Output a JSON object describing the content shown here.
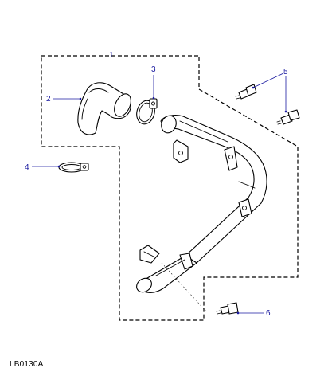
{
  "diagram": {
    "reference_code": "LB0130A",
    "callouts": [
      {
        "id": "1",
        "label": "1"
      },
      {
        "id": "2",
        "label": "2"
      },
      {
        "id": "3",
        "label": "3"
      },
      {
        "id": "4",
        "label": "4"
      },
      {
        "id": "5",
        "label": "5"
      },
      {
        "id": "6",
        "label": "6"
      }
    ],
    "colors": {
      "callout": "#1a1aa0",
      "line": "#000000",
      "background": "#ffffff"
    }
  }
}
